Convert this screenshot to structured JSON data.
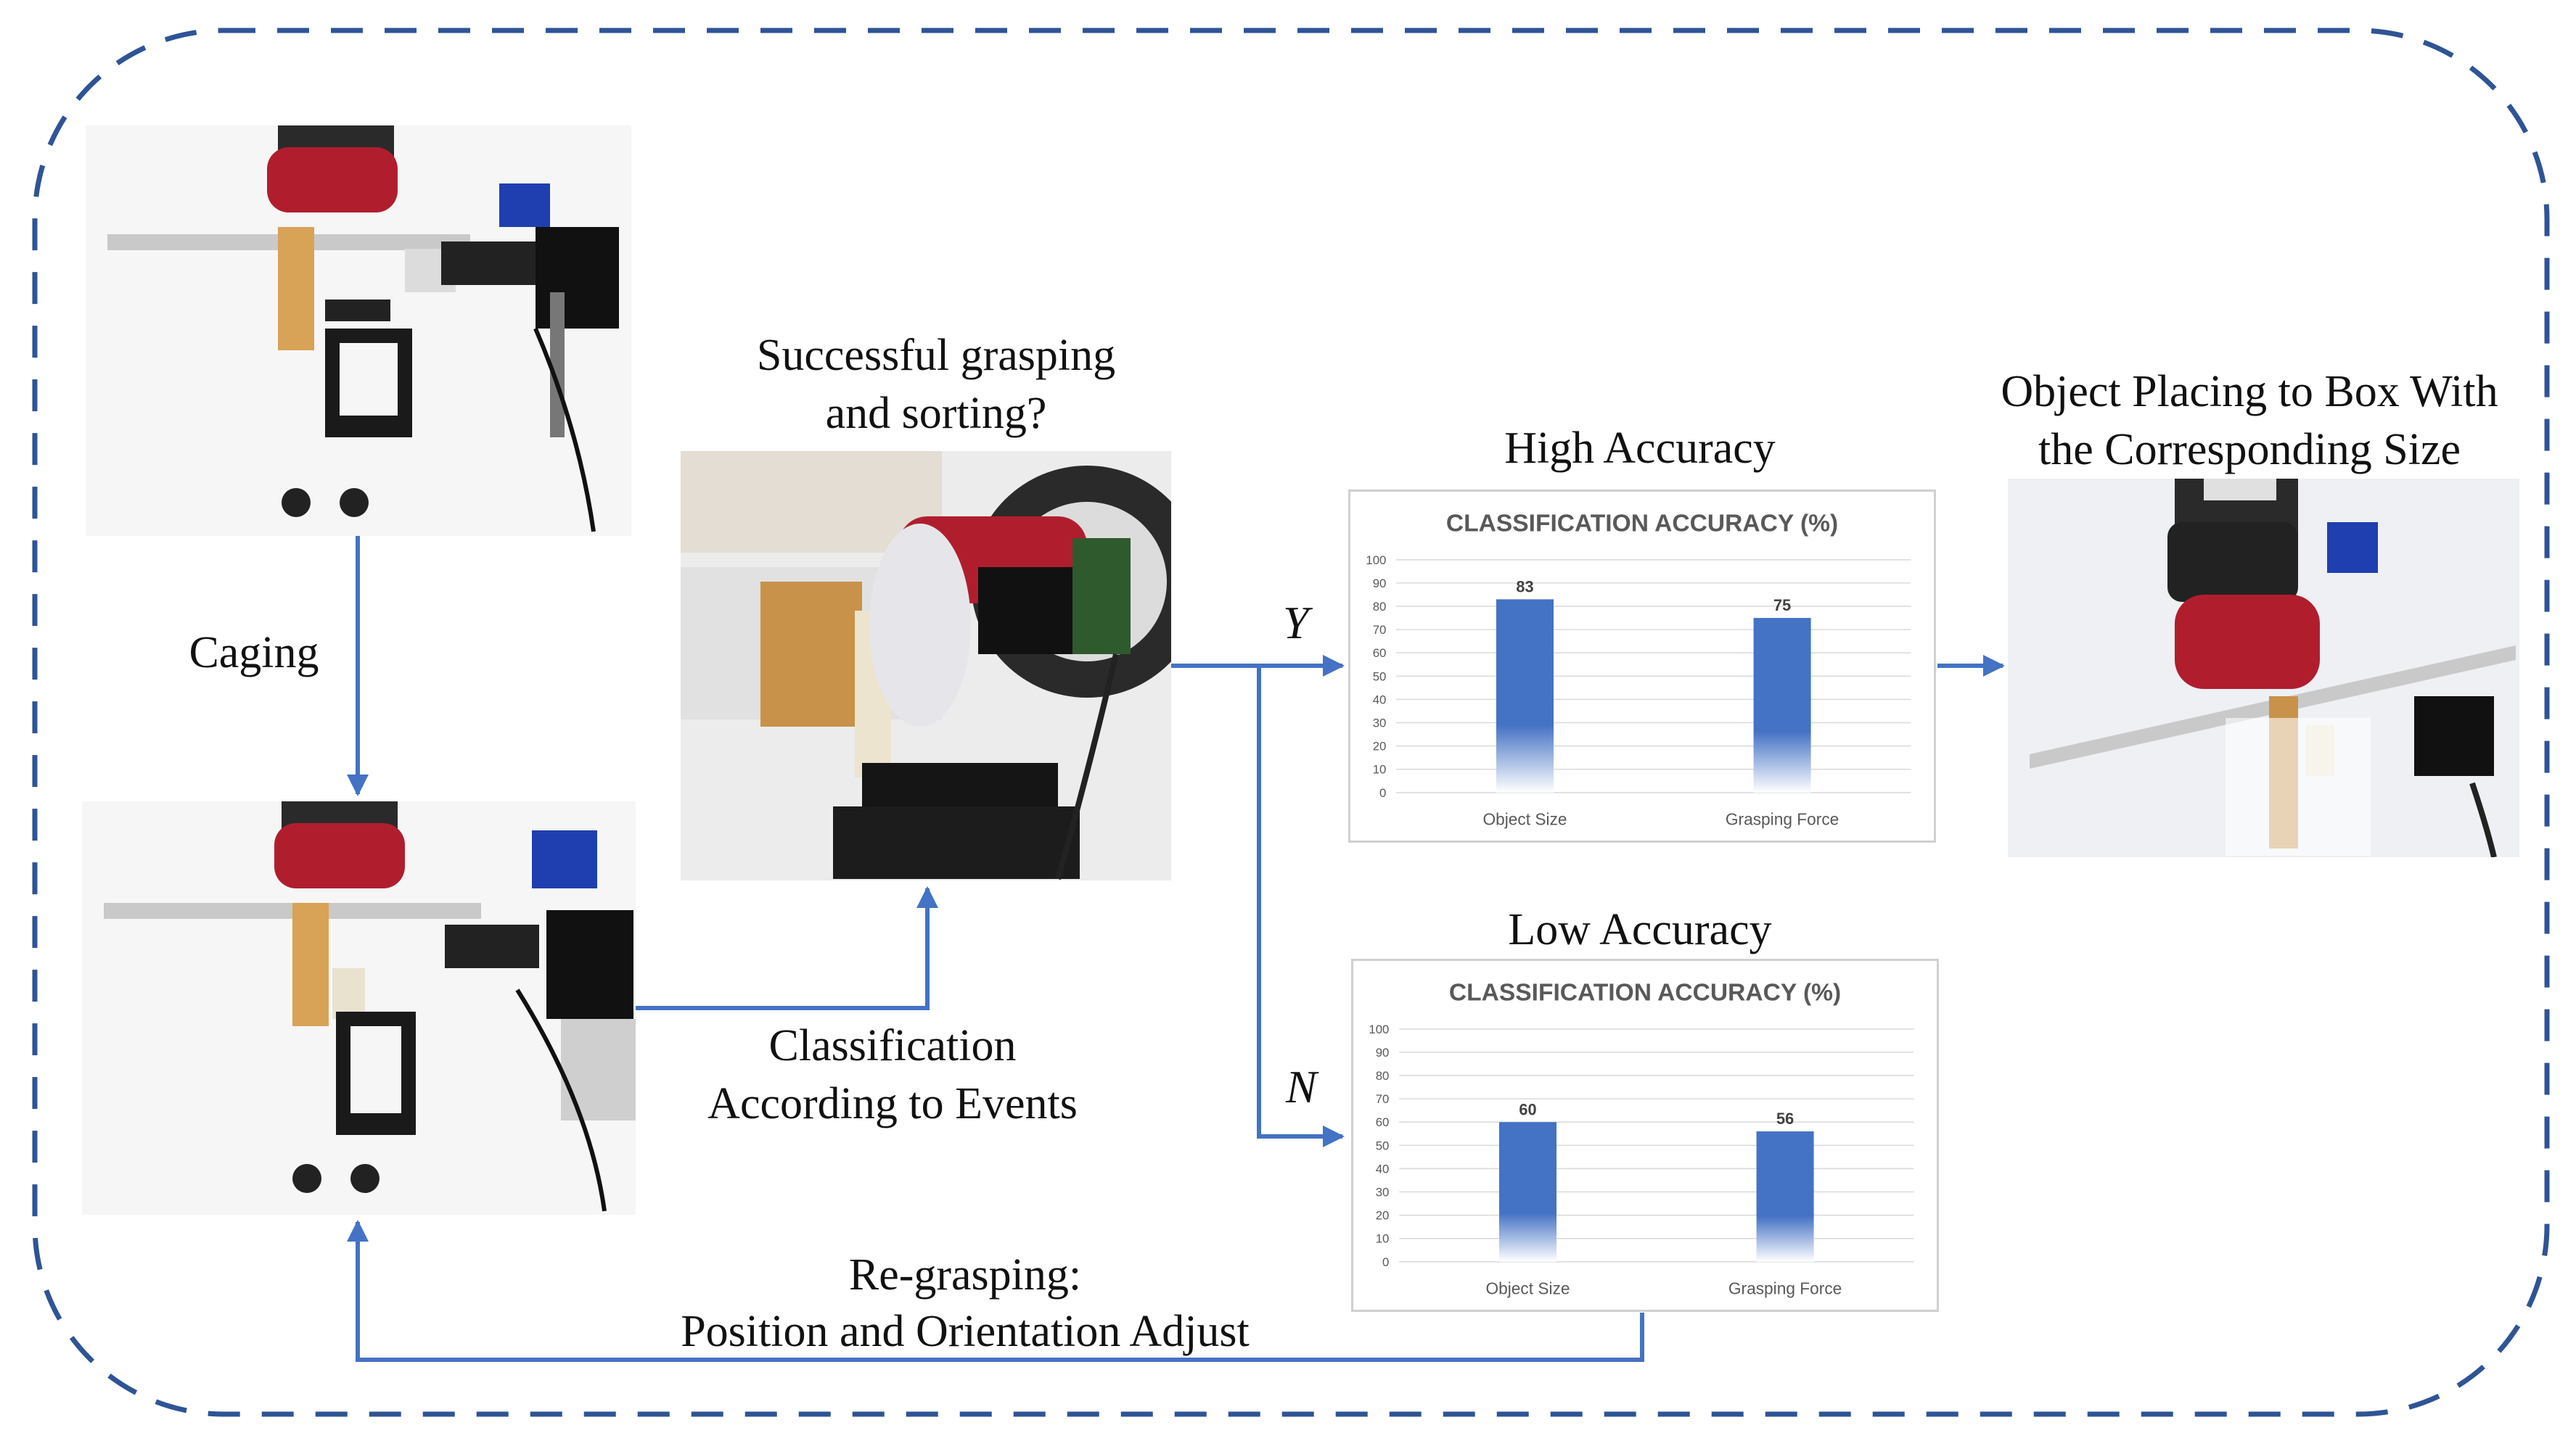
{
  "labels": {
    "caging": "Caging",
    "question_line1": "Successful grasping",
    "question_line2": "and sorting?",
    "high_accuracy": "High Accuracy",
    "low_accuracy": "Low Accuracy",
    "placing_line1": "Object Placing to Box With",
    "placing_line2": "the Corresponding Size",
    "classification_line1": "Classification",
    "classification_line2": "According to Events",
    "regrasp_line1": "Re-grasping:",
    "regrasp_line2": "Position and Orientation Adjust",
    "yes": "Y",
    "no": "N"
  },
  "colors": {
    "arrow": "#4472C4",
    "border": "#2F5496",
    "bar": "#4472C4",
    "gripper": "#B01E2E",
    "box": "#1F3FB0"
  },
  "photos": {
    "top_left": "robot gripper top view before caging",
    "bottom_left": "robot gripper top view after caging",
    "center": "gripper grasping wooden object close-up",
    "right": "object placed into box"
  },
  "chart_data": [
    {
      "type": "bar",
      "title": "CLASSIFICATION ACCURACY (%)",
      "categories": [
        "Object Size",
        "Grasping Force"
      ],
      "values": [
        83,
        75
      ],
      "ylim": [
        0,
        100
      ],
      "yticks": [
        0,
        10,
        20,
        30,
        40,
        50,
        60,
        70,
        80,
        90,
        100
      ],
      "grid": true
    },
    {
      "type": "bar",
      "title": "CLASSIFICATION ACCURACY (%)",
      "categories": [
        "Object Size",
        "Grasping Force"
      ],
      "values": [
        60,
        56
      ],
      "ylim": [
        0,
        100
      ],
      "yticks": [
        0,
        10,
        20,
        30,
        40,
        50,
        60,
        70,
        80,
        90,
        100
      ],
      "grid": true
    }
  ]
}
